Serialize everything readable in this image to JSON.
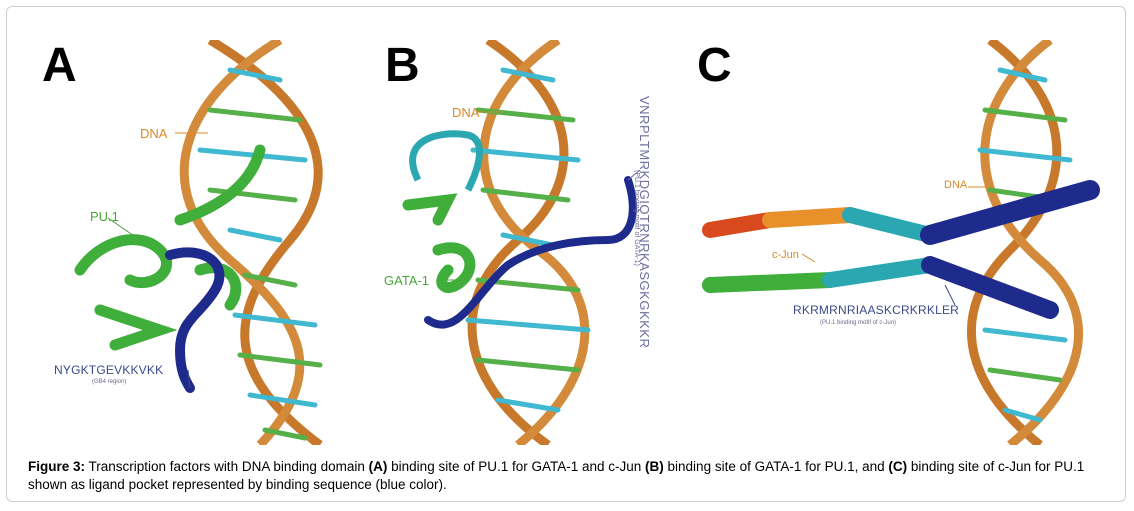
{
  "figure": {
    "panels": {
      "a": {
        "letter": "A",
        "labels": {
          "dna": "DNA",
          "pu1": "PU.1",
          "sequence": "NYGKTGEVKKVKK",
          "sequence_note": "(GB4 region)"
        }
      },
      "b": {
        "letter": "B",
        "labels": {
          "dna": "DNA",
          "gata1": "GATA-1",
          "sequence": "VNRPLTMRKDGIQTRNRKASGKGKKKR",
          "sequence_note": "(PU.1 binding motif of GATA-1)"
        }
      },
      "c": {
        "letter": "C",
        "labels": {
          "dna": "DNA",
          "cjun": "c-Jun",
          "sequence": "RKRMRNRIAASKCRKRKLER",
          "sequence_note": "(PU.1 binding motif of c-Jun)"
        }
      }
    },
    "caption": {
      "label": "Figure 3:",
      "t1": " Transcription factors with DNA binding domain ",
      "a": "(A)",
      "t2": " binding site of PU.1 for GATA-1 and c-Jun ",
      "b": "(B)",
      "t3": " binding site of GATA-1 for PU.1, and ",
      "c": "(C)",
      "t4": " binding site of c-Jun for PU.1 shown as ligand pocket represented by binding sequence (blue color)."
    },
    "colors": {
      "dna_backbone": "#c8782a",
      "base_cyan": "#3fb8d0",
      "base_green": "#55b04a",
      "protein_green": "#3fae3a",
      "motif_blue": "#1f2b8c",
      "helix_red": "#d84a1e",
      "helix_orange": "#e8902a",
      "helix_teal": "#2aa7b0"
    }
  }
}
